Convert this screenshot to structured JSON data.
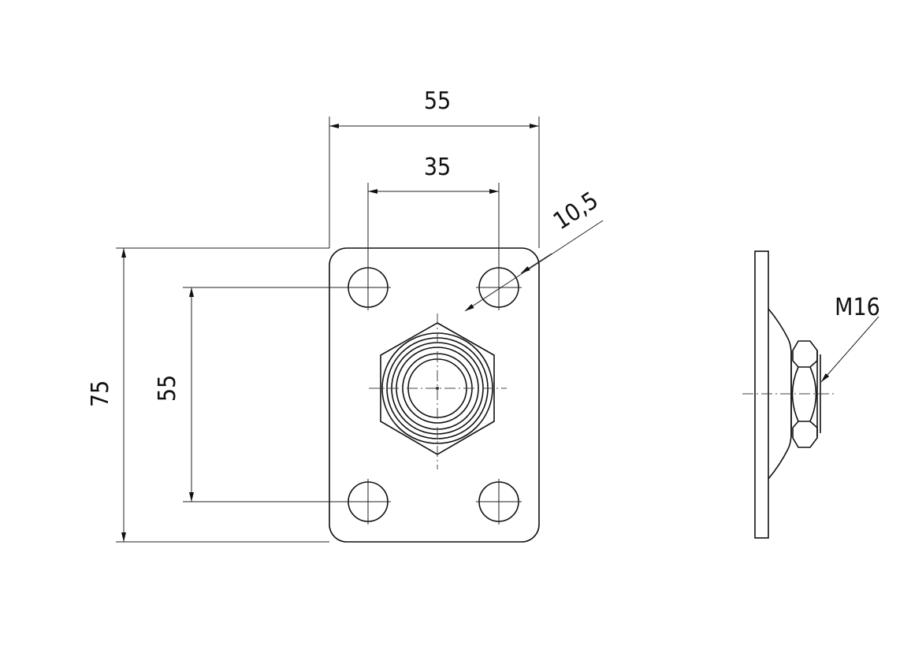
{
  "drawing": {
    "front_view": {
      "dimensions": {
        "overall_width": "55",
        "hole_spacing_width": "35",
        "hole_diameter": "10,5",
        "overall_height": "75",
        "hole_spacing_height": "55"
      }
    },
    "side_view": {
      "thread_label": "M16"
    }
  }
}
